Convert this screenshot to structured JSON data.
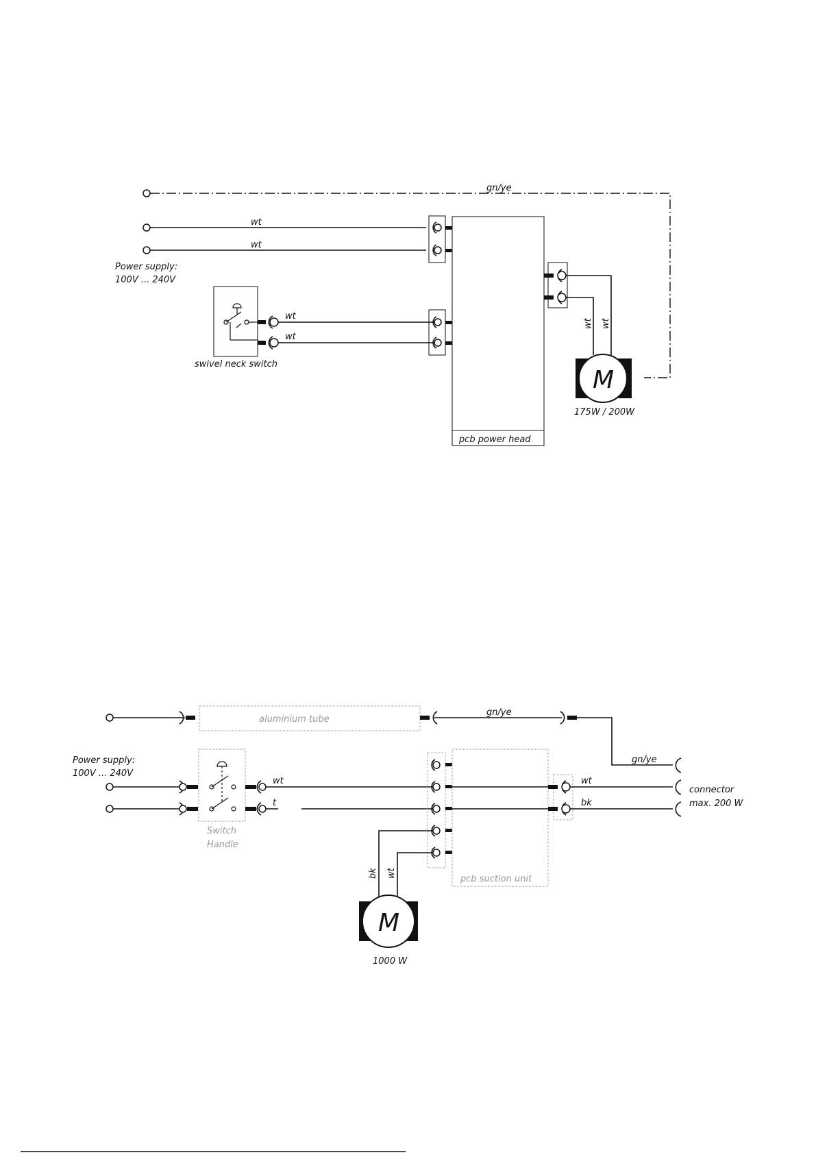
{
  "diagram_top": {
    "earth_label": "gn/ye",
    "wire_label_1": "wt",
    "wire_label_2": "wt",
    "power_supply_title": "Power supply:",
    "power_supply_range": "100V ... 240V",
    "switch_wire_1": "wt",
    "switch_wire_2": "wt",
    "switch_label": "swivel neck switch",
    "pcb_label": "pcb power head",
    "motor_wire_1": "wt",
    "motor_wire_2": "wt",
    "motor_symbol": "M",
    "motor_rating": "175W / 200W"
  },
  "diagram_bottom": {
    "tube_label": "aluminium tube",
    "earth_label": "gn/ye",
    "earth_label_2": "gn/ye",
    "power_supply_title": "Power supply:",
    "power_supply_range": "100V ... 240V",
    "switch_label_1": "Switch",
    "switch_label_2": "Handle",
    "line_wire_1": "wt",
    "line_wire_2": "t",
    "out_wire_1": "wt",
    "out_wire_2": "bk",
    "connector_label": "connector",
    "connector_rating": "max. 200  W",
    "pcb_label": "pcb suction unit",
    "motor_wire_1": "bk",
    "motor_wire_2": "wt",
    "motor_symbol": "M",
    "motor_rating": "1000 W"
  },
  "colors": {
    "ink": "#111111",
    "grey": "#9a9a9a"
  }
}
